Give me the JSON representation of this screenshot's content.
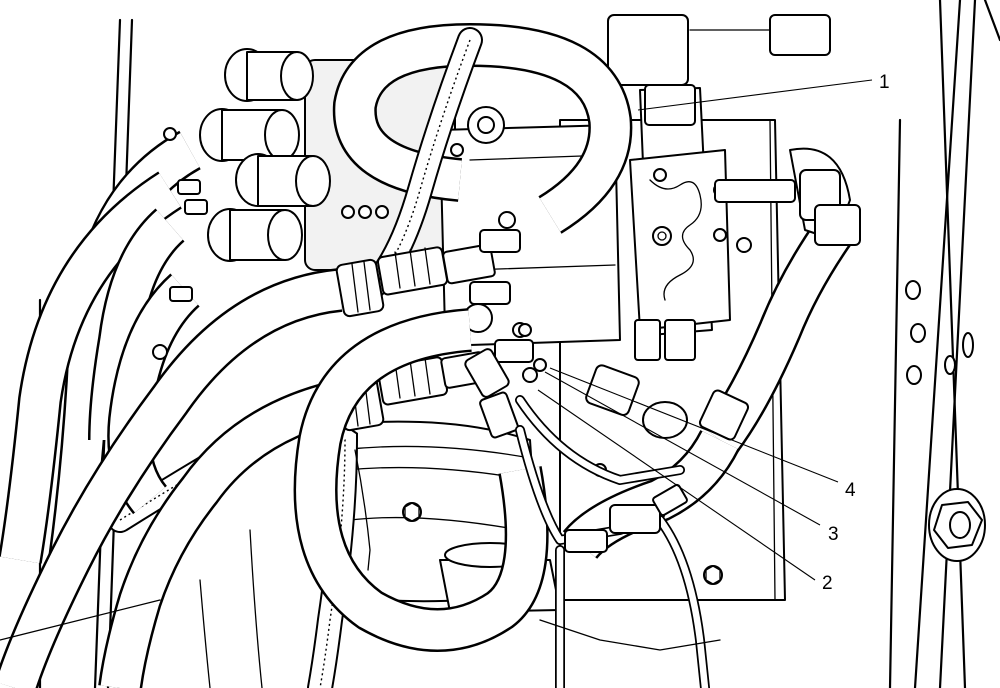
{
  "figure": {
    "callouts": [
      {
        "id": "1",
        "label": "1"
      },
      {
        "id": "2",
        "label": "2"
      },
      {
        "id": "3",
        "label": "3"
      },
      {
        "id": "4",
        "label": "4"
      }
    ],
    "colors": {
      "line": "#000000",
      "background": "#ffffff"
    }
  }
}
